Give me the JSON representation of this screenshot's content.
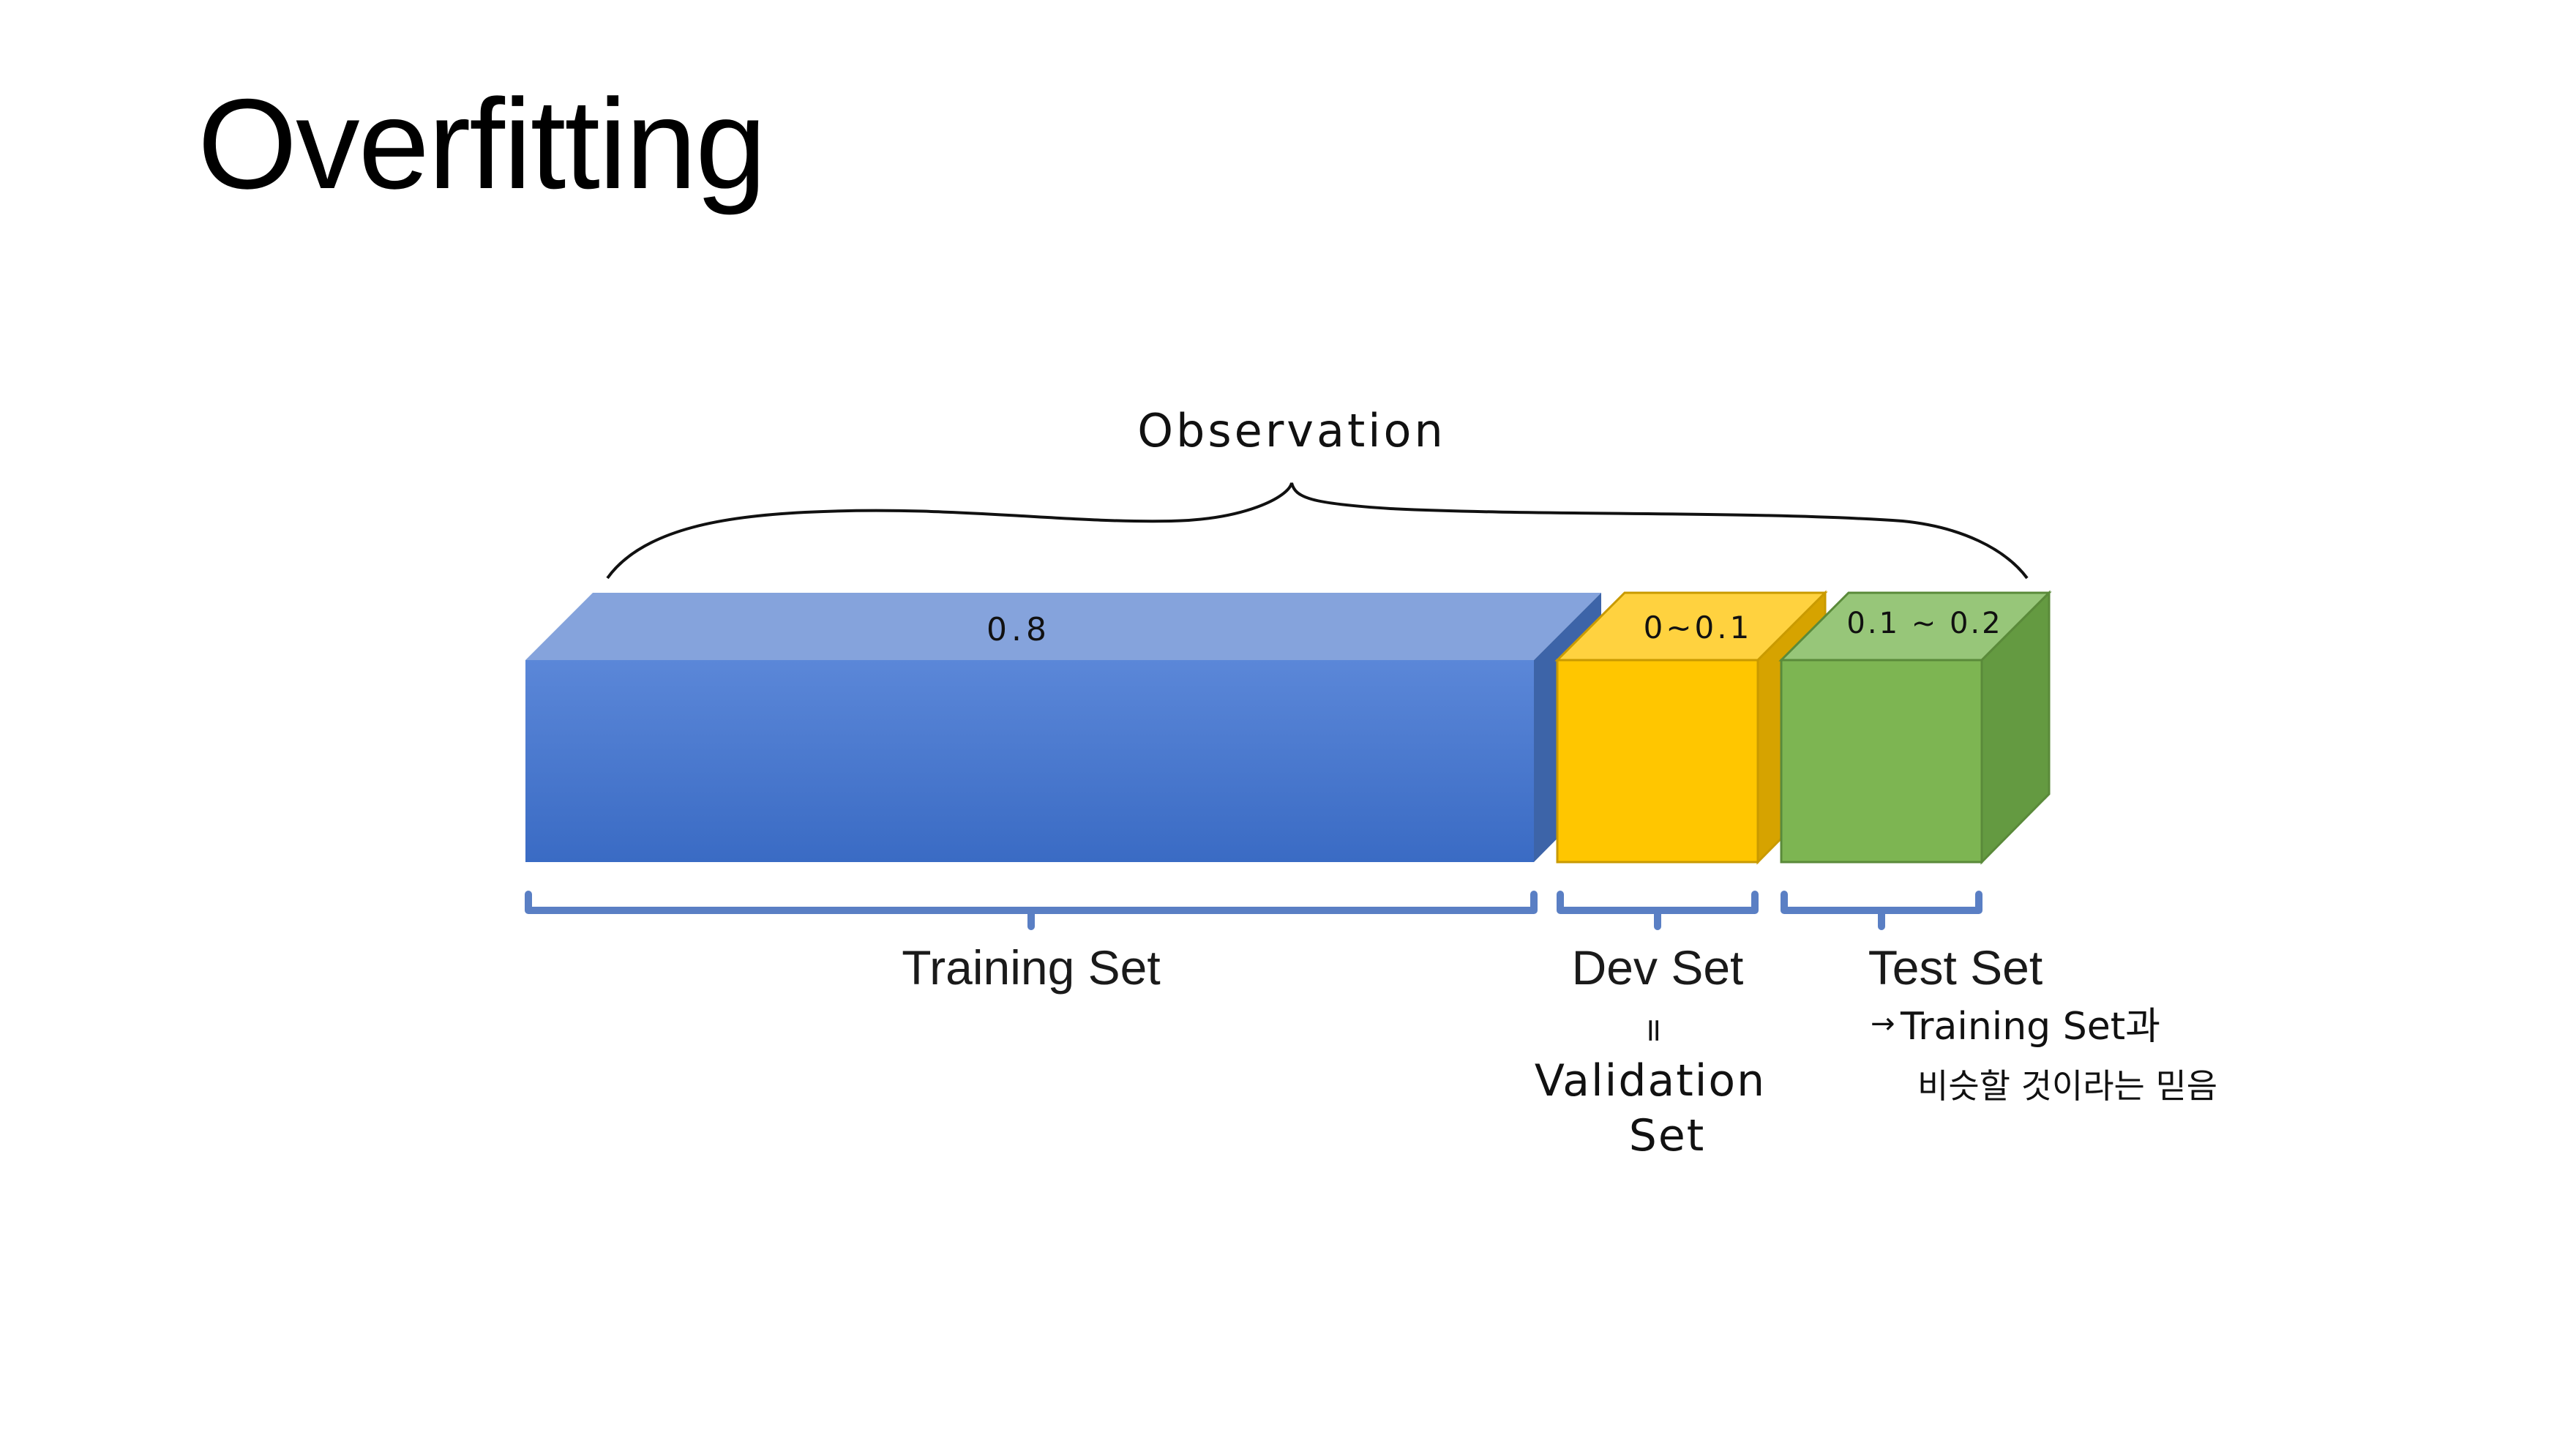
{
  "title": "Overfitting",
  "observation_label": "Observation",
  "segments": [
    {
      "name": "Training Set",
      "ratio": "0.8",
      "front": "#4a78cc",
      "top": "#85a3dc",
      "side": "#3d64a8"
    },
    {
      "name": "Dev Set",
      "ratio": "0~0.1",
      "front": "#ffc600",
      "top": "#ffd23f",
      "side": "#d6a300"
    },
    {
      "name": "Test Set",
      "ratio": "0.1 ~ 0.2",
      "front": "#7db552",
      "top": "#97c679",
      "side": "#649a41"
    }
  ],
  "dev_note": {
    "equals": "=",
    "line1": "Validation",
    "line2": "Set"
  },
  "test_note": {
    "arrow": "→",
    "line1": "Training Set과",
    "line2": "비슷할 것이라는  믿음"
  },
  "bracket_color": "#5a7fc4"
}
